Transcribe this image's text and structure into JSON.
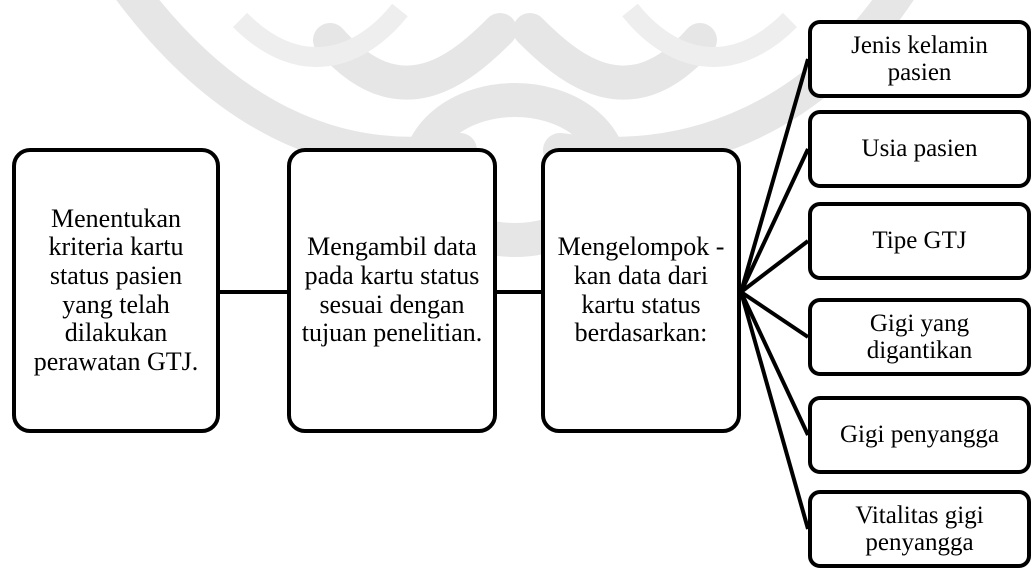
{
  "steps": [
    {
      "text": "Menentukan kriteria kartu status pasien yang telah dilakukan perawatan GTJ."
    },
    {
      "text": "Mengambil data pada kartu status sesuai dengan tujuan penelitian."
    },
    {
      "text": "Mengelompok -kan data dari kartu status berdasarkan:"
    }
  ],
  "categories": [
    {
      "text": "Jenis kelamin pasien"
    },
    {
      "text": "Usia pasien"
    },
    {
      "text": "Tipe GTJ"
    },
    {
      "text": "Gigi yang digantikan"
    },
    {
      "text": "Gigi penyangga"
    },
    {
      "text": "Vitalitas gigi penyangga"
    }
  ],
  "colors": {
    "stroke": "#000000",
    "background": "#ffffff",
    "watermark": "#e8e8e8"
  }
}
